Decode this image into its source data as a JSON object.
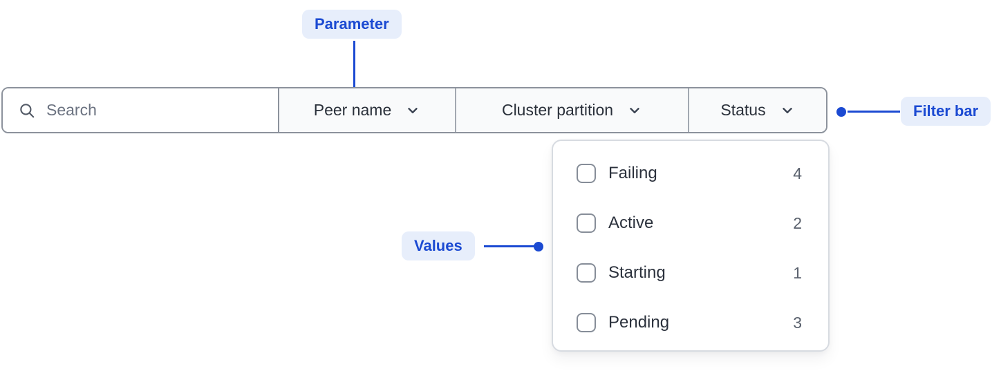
{
  "annotations": {
    "parameter_label": "Parameter",
    "values_label": "Values",
    "filter_bar_label": "Filter bar"
  },
  "filter_bar": {
    "search": {
      "placeholder": "Search",
      "value": "",
      "icon": "search-icon"
    },
    "dropdowns": [
      {
        "label": "Peer name",
        "icon": "chevron-down-icon"
      },
      {
        "label": "Cluster partition",
        "icon": "chevron-down-icon"
      },
      {
        "label": "Status",
        "icon": "chevron-down-icon",
        "expanded": true
      }
    ]
  },
  "status_dropdown": {
    "options": [
      {
        "label": "Failing",
        "count": "4",
        "checked": false
      },
      {
        "label": "Active",
        "count": "2",
        "checked": false
      },
      {
        "label": "Starting",
        "count": "1",
        "checked": false
      },
      {
        "label": "Pending",
        "count": "3",
        "checked": false
      }
    ]
  },
  "colors": {
    "annotation_blue": "#1b4ad2",
    "annotation_pill_bg": "#e7eefb",
    "bar_border": "#8c929c",
    "segment_bg": "#f9fafb",
    "panel_border": "#d7dbe1",
    "text_dark": "#2b313c",
    "count_gray": "#5a616d",
    "placeholder_gray": "#6b7280"
  }
}
